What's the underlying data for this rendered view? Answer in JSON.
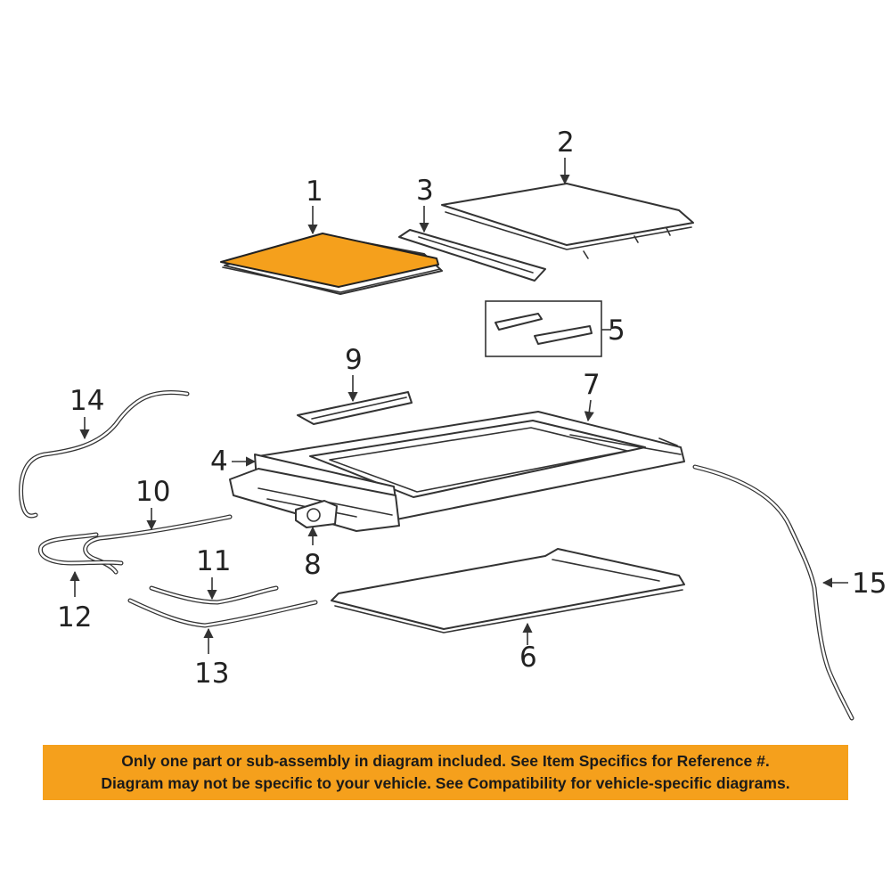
{
  "diagram": {
    "callouts": {
      "c1": "1",
      "c2": "2",
      "c3": "3",
      "c4": "4",
      "c5": "5",
      "c6": "6",
      "c7": "7",
      "c8": "8",
      "c9": "9",
      "c10": "10",
      "c11": "11",
      "c12": "12",
      "c13": "13",
      "c14": "14",
      "c15": "15"
    },
    "highlight_color": "#f5a01c",
    "line_color": "#333333"
  },
  "notice": {
    "line1": "Only one part or sub-assembly in diagram included. See Item Specifics for Reference #.",
    "line2": "Diagram may not be specific to your vehicle. See Compatibility for vehicle-specific diagrams.",
    "background": "#f5a01c"
  }
}
